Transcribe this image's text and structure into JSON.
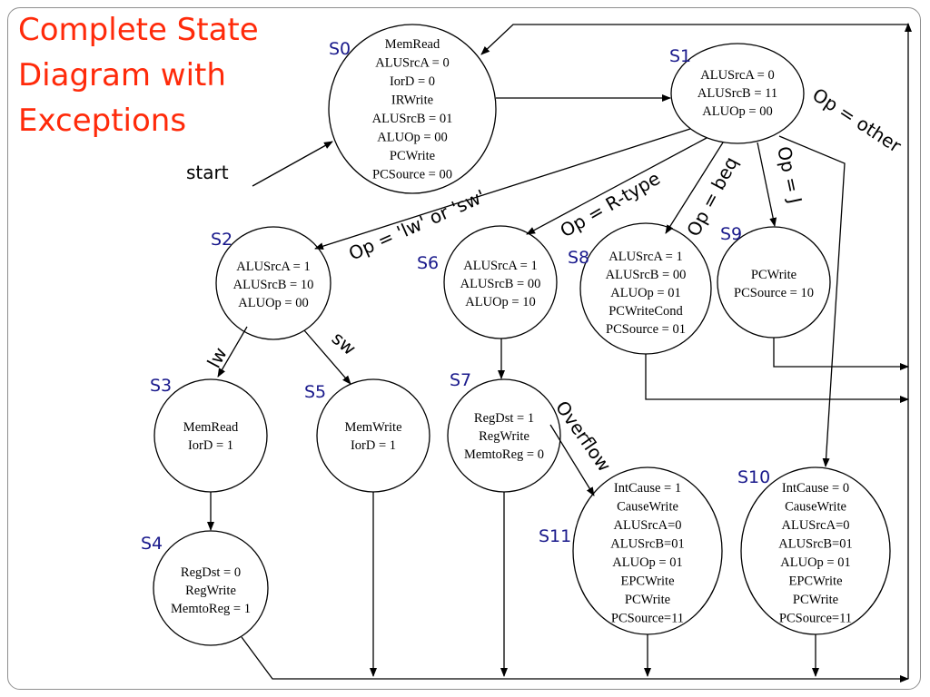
{
  "title": "Complete State\nDiagram with\nExceptions",
  "states": [
    {
      "id": "S0",
      "lines": [
        "MemRead",
        "ALUSrcA = 0",
        "IorD = 0",
        "IRWrite",
        "ALUSrcB = 01",
        "ALUOp = 00",
        "PCWrite",
        "PCSource = 00"
      ]
    },
    {
      "id": "S1",
      "lines": [
        "ALUSrcA = 0",
        "ALUSrcB = 11",
        "ALUOp = 00"
      ]
    },
    {
      "id": "S2",
      "lines": [
        "ALUSrcA = 1",
        "ALUSrcB = 10",
        "ALUOp = 00"
      ]
    },
    {
      "id": "S3",
      "lines": [
        "MemRead",
        "IorD = 1"
      ]
    },
    {
      "id": "S4",
      "lines": [
        "RegDst = 0",
        "RegWrite",
        "MemtoReg = 1"
      ]
    },
    {
      "id": "S5",
      "lines": [
        "MemWrite",
        "IorD  = 1"
      ]
    },
    {
      "id": "S6",
      "lines": [
        "ALUSrcA = 1",
        "ALUSrcB = 00",
        "ALUOp = 10"
      ]
    },
    {
      "id": "S7",
      "lines": [
        "RegDst = 1",
        "RegWrite",
        "MemtoReg  = 0"
      ]
    },
    {
      "id": "S8",
      "lines": [
        "ALUSrcA = 1",
        "ALUSrcB = 00",
        "ALUOp = 01",
        "PCWriteCond",
        "PCSource = 01"
      ]
    },
    {
      "id": "S9",
      "lines": [
        "PCWrite",
        "PCSource = 10"
      ]
    },
    {
      "id": "S10",
      "lines": [
        "IntCause = 0",
        "CauseWrite",
        "ALUSrcA=0",
        "ALUSrcB=01",
        "ALUOp = 01",
        "EPCWrite",
        "PCWrite",
        "PCSource=11"
      ]
    },
    {
      "id": "S11",
      "lines": [
        "IntCause = 1",
        "CauseWrite",
        "ALUSrcA=0",
        "ALUSrcB=01",
        "ALUOp = 01",
        "EPCWrite",
        "PCWrite",
        "PCSource=11"
      ]
    }
  ],
  "edge_labels": {
    "start": "start",
    "lw_sw": "Op = 'lw' or 'sw'",
    "rtype": "Op = R-type",
    "beq": "Op = beq",
    "j": "Op = J",
    "other": "Op = other",
    "lw": "lw",
    "sw": "sw",
    "overflow": "Overflow"
  }
}
